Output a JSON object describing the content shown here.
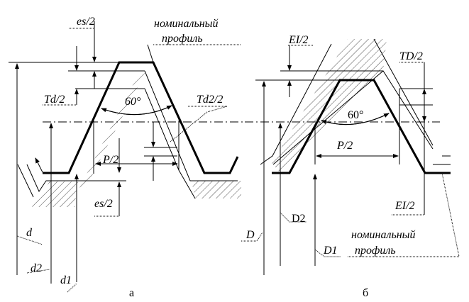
{
  "left": {
    "caption": "а",
    "labels": {
      "es_top": "es/2",
      "es_bottom": "es/2",
      "td": "Td/2",
      "td2": "Td2/2",
      "angle": "60°",
      "pitch": "P/2",
      "d": "d",
      "d2": "d2",
      "d1": "d1",
      "nominal_line1": "номинальный",
      "nominal_line2": "профиль"
    }
  },
  "right": {
    "caption": "б",
    "labels": {
      "ei_top": "EI/2",
      "ei_bottom": "EI/2",
      "td": "TD/2",
      "angle": "60°",
      "pitch": "P/2",
      "D": "D",
      "D2": "D2",
      "D1": "D1",
      "nominal_line1": "номинальный",
      "nominal_line2": "профиль"
    }
  }
}
